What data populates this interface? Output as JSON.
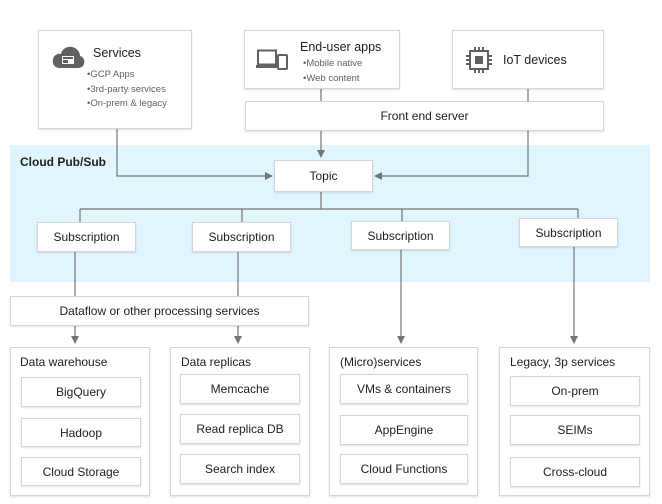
{
  "sources": {
    "services": {
      "title": "Services",
      "items": [
        "GCP Apps",
        "3rd-party services",
        "On-prem & legacy"
      ],
      "icon": "cloud-service-icon"
    },
    "end_user": {
      "title": "End-user apps",
      "items": [
        "Mobile native",
        "Web content"
      ],
      "icon": "devices-icon"
    },
    "iot": {
      "title": "IoT devices",
      "icon": "chip-icon"
    }
  },
  "front_end": "Front end server",
  "pubsub": {
    "label": "Cloud Pub/Sub",
    "topic": "Topic",
    "subscriptions": [
      "Subscription",
      "Subscription",
      "Subscription",
      "Subscription"
    ]
  },
  "dataflow": "Dataflow or other processing services",
  "destinations": [
    {
      "title": "Data warehouse",
      "items": [
        "BigQuery",
        "Hadoop",
        "Cloud Storage"
      ]
    },
    {
      "title": "Data replicas",
      "items": [
        "Memcache",
        "Read replica DB",
        "Search index"
      ]
    },
    {
      "title": "(Micro)services",
      "items": [
        "VMs & containers",
        "AppEngine",
        "Cloud Functions"
      ]
    },
    {
      "title": "Legacy, 3p services",
      "items": [
        "On-prem",
        "SEIMs",
        "Cross-cloud"
      ]
    }
  ],
  "colors": {
    "band": "#e1f5fe",
    "line": "#757575",
    "icon": "#616161"
  }
}
